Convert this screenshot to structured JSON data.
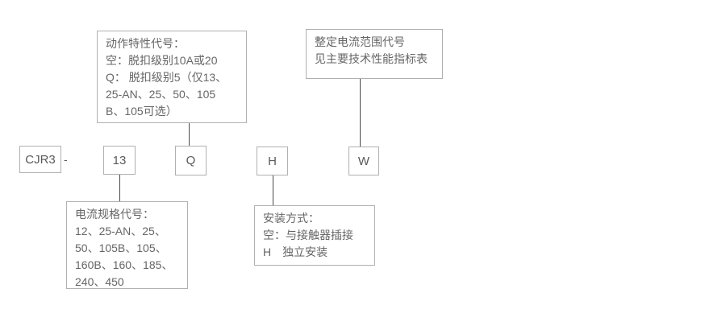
{
  "diagram": {
    "title_meaning": "CJR3 model designation diagram",
    "colors": {
      "background": "#ffffff",
      "box_border": "#b0b0b0",
      "connector_line": "#4a4a4a",
      "text": "#666666"
    },
    "model_code": {
      "prefix": "CJR3",
      "separator": "-",
      "current_spec": "13",
      "action_characteristic": "Q",
      "mounting": "H",
      "setting_range": "W"
    },
    "callouts": {
      "action": {
        "lines": {
          "l1": "动作特性代号：",
          "l2": "空：脱扣级别10A或20",
          "l3": "Q： 脱扣级别5（仅13、",
          "l4": "25-AN、25、50、105",
          "l5": "B、105可选）"
        }
      },
      "range": {
        "lines": {
          "l1": "整定电流范围代号",
          "l2": "见主要技术性能指标表"
        }
      },
      "current": {
        "lines": {
          "l1": "电流规格代号：",
          "l2": "12、25-AN、25、",
          "l3": "50、105B、105、",
          "l4": "160B、160、185、",
          "l5": "240、450"
        }
      },
      "mount": {
        "lines": {
          "l1": "安装方式：",
          "l2": "空：与接触器插接",
          "l3": "H　独立安装"
        }
      }
    }
  }
}
